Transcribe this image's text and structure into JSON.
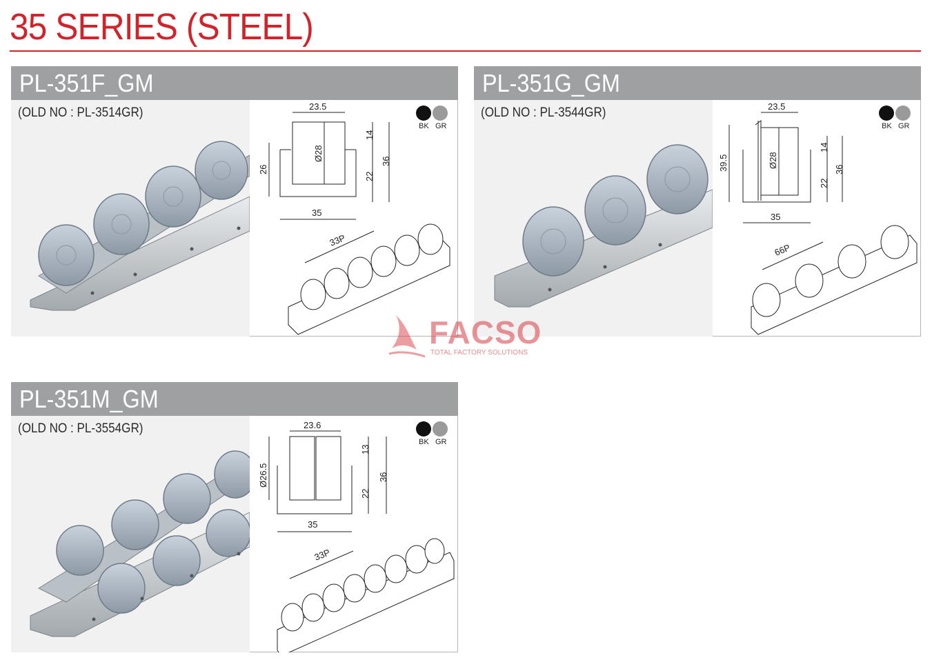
{
  "page": {
    "title": "35 SERIES (STEEL)"
  },
  "watermark": {
    "brand": "FACSO",
    "tagline": "TOTAL FACTORY SOLUTIONS"
  },
  "colors": {
    "accent": "#d2232a",
    "header_bg": "#9ea0a2",
    "roller_gray": "#9a9a9a",
    "black": "#111111"
  },
  "products": [
    {
      "model": "PL-351F_GM",
      "old_no": "(OLD NO : PL-3514GR)",
      "color_options": [
        "BK",
        "GR"
      ],
      "dims": {
        "width_top": "23.5",
        "diameter": "Ø28",
        "side_height": "26",
        "upper": "14",
        "lower": "22",
        "total": "36",
        "base": "35",
        "pitch": "33P"
      }
    },
    {
      "model": "PL-351G_GM",
      "old_no": "(OLD NO : PL-3544GR)",
      "color_options": [
        "BK",
        "GR"
      ],
      "dims": {
        "width_top": "23.5",
        "diameter": "Ø28",
        "side_height": "39.5",
        "upper": "14",
        "lower": "22",
        "total": "36",
        "base": "35",
        "pitch": "66P"
      }
    },
    {
      "model": "PL-351M_GM",
      "old_no": "(OLD NO : PL-3554GR)",
      "color_options": [
        "BK",
        "GR"
      ],
      "dims": {
        "width_top": "23.6",
        "diameter": "Ø26.5",
        "upper": "13",
        "lower": "22",
        "total": "36",
        "base": "35",
        "pitch": "33P"
      }
    }
  ]
}
